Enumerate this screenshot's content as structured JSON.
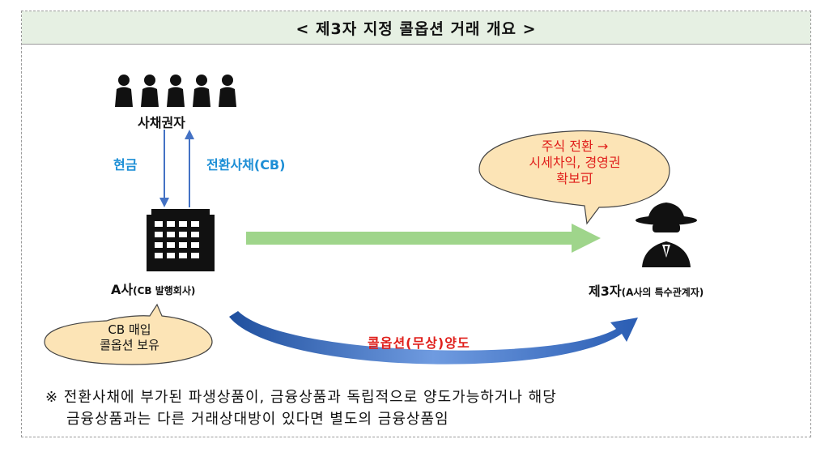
{
  "title": "< 제3자 지정 콜옵션 거래 개요 >",
  "holders": {
    "label": "사채권자"
  },
  "flow": {
    "cash_label": "현금",
    "cb_label": "전환사채(CB)"
  },
  "company": {
    "name_main": "A사",
    "name_sub": "(CB 발행회사)"
  },
  "third_party": {
    "name_main": "제3자",
    "name_sub": "(A사의 특수관계자)"
  },
  "bubble_right": {
    "line1": "주식 전환 →",
    "line2": "시세차익, 경영권",
    "line3": "확보可"
  },
  "bubble_left": {
    "line1": "CB 매입",
    "line2": "콜옵션 보유"
  },
  "transfer_label": "콜옵션(무상)양도",
  "note": {
    "line1": "※ 전환사채에 부가된 파생상품이, 금융상품과 독립적으로 양도가능하거나 해당",
    "line2": "금융상품과는 다른 거래상대방이 있다면 별도의 금융상품임"
  },
  "colors": {
    "title_bg": "#e6f0e3",
    "blue": "#1e8fd6",
    "red": "#e0201c",
    "bubble": "#fce4b6",
    "green_arrow": "#9fd58b",
    "arc": "#3a6fc4"
  },
  "icons": {
    "holders": "people-group-icon",
    "company": "building-icon",
    "third_party": "spy-icon"
  }
}
